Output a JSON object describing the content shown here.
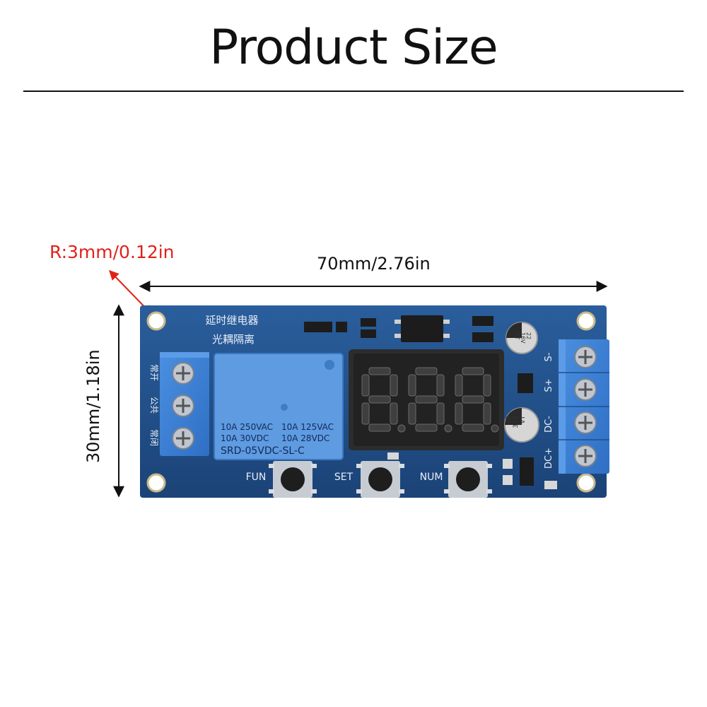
{
  "page": {
    "title": "Product Size"
  },
  "dimensions": {
    "width_label": "70mm/2.76in",
    "height_label": "30mm/1.18in",
    "radius_label": "R:3mm/0.12in",
    "radius_color": "#e0221b"
  },
  "board": {
    "color": "#1f4f8c",
    "heading_line1": "延时继电器",
    "heading_line2": "光耦隔离",
    "terminal_labels_left": [
      "常开",
      "公共",
      "常闭"
    ],
    "relay": {
      "rating_line1_left": "10A 250VAC",
      "rating_line1_right": "10A 125VAC",
      "rating_line2_left": "10A  30VDC",
      "rating_line2_right": "10A  28VDC",
      "model": "SRD-05VDC-SL-C"
    },
    "display_digits": [
      "8",
      "8",
      "8"
    ],
    "buttons": [
      "FUN",
      "SET",
      "NUM"
    ],
    "terminal_labels_right": [
      "S-",
      "S+",
      "DC-",
      "DC+"
    ],
    "capacitor_top": [
      "22",
      "16V",
      "VT"
    ],
    "capacitor_bottom": [
      "22",
      "35V",
      "VT"
    ]
  }
}
